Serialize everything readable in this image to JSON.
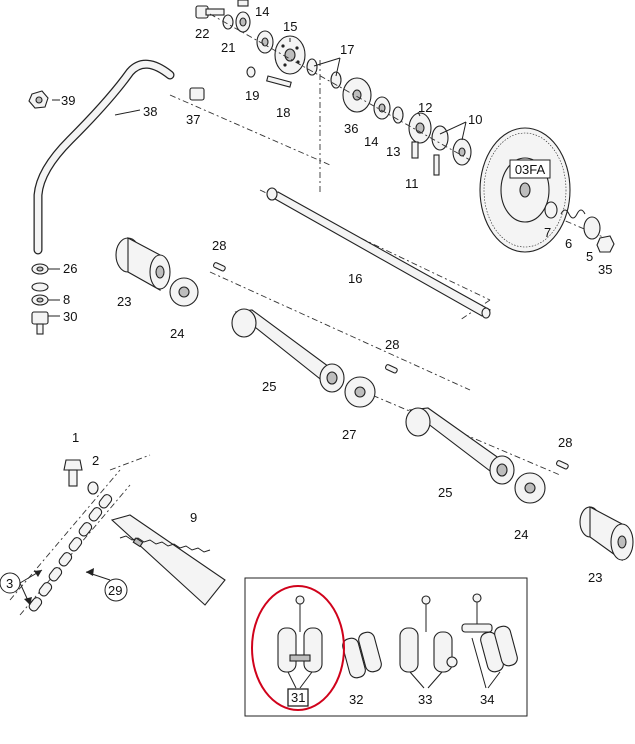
{
  "callouts": [
    {
      "id": "p1",
      "text": "1"
    },
    {
      "id": "p2",
      "text": "2"
    },
    {
      "id": "p3",
      "text": "3"
    },
    {
      "id": "p5",
      "text": "5"
    },
    {
      "id": "p6",
      "text": "6"
    },
    {
      "id": "p7",
      "text": "7"
    },
    {
      "id": "p8",
      "text": "8"
    },
    {
      "id": "p9",
      "text": "9"
    },
    {
      "id": "p10",
      "text": "10"
    },
    {
      "id": "p11",
      "text": "11"
    },
    {
      "id": "p12",
      "text": "12"
    },
    {
      "id": "p13",
      "text": "13"
    },
    {
      "id": "p14a",
      "text": "14"
    },
    {
      "id": "p14b",
      "text": "14"
    },
    {
      "id": "p15",
      "text": "15"
    },
    {
      "id": "p16",
      "text": "16"
    },
    {
      "id": "p17",
      "text": "17"
    },
    {
      "id": "p18",
      "text": "18"
    },
    {
      "id": "p19",
      "text": "19"
    },
    {
      "id": "p21",
      "text": "21"
    },
    {
      "id": "p22",
      "text": "22"
    },
    {
      "id": "p23a",
      "text": "23"
    },
    {
      "id": "p23b",
      "text": "23"
    },
    {
      "id": "p24a",
      "text": "24"
    },
    {
      "id": "p24b",
      "text": "24"
    },
    {
      "id": "p25a",
      "text": "25"
    },
    {
      "id": "p25b",
      "text": "25"
    },
    {
      "id": "p26",
      "text": "26"
    },
    {
      "id": "p27",
      "text": "27"
    },
    {
      "id": "p28a",
      "text": "28"
    },
    {
      "id": "p28b",
      "text": "28"
    },
    {
      "id": "p28c",
      "text": "28"
    },
    {
      "id": "p29",
      "text": "29"
    },
    {
      "id": "p30",
      "text": "30"
    },
    {
      "id": "p31",
      "text": "31"
    },
    {
      "id": "p32",
      "text": "32"
    },
    {
      "id": "p33",
      "text": "33"
    },
    {
      "id": "p34",
      "text": "34"
    },
    {
      "id": "p35",
      "text": "35"
    },
    {
      "id": "p36",
      "text": "36"
    },
    {
      "id": "p37",
      "text": "37"
    },
    {
      "id": "p38",
      "text": "38"
    },
    {
      "id": "p39",
      "text": "39"
    }
  ],
  "gear_tag": "03FA",
  "highlight": {
    "part": "31",
    "color": "#d0021b"
  }
}
